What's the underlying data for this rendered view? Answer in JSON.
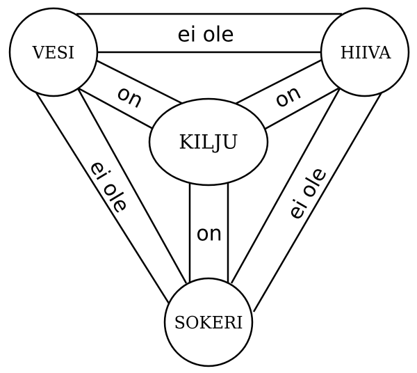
{
  "nodes": {
    "vesi": "VESI",
    "hiiva": "HIIVA",
    "kilju": "KILJU",
    "sokeri": "SOKERI"
  },
  "edges": {
    "vesi_hiiva": "ei ole",
    "vesi_kilju": "on",
    "hiiva_kilju": "on",
    "kilju_sokeri": "on",
    "vesi_sokeri": "ei ole",
    "hiiva_sokeri": "ei ole"
  }
}
